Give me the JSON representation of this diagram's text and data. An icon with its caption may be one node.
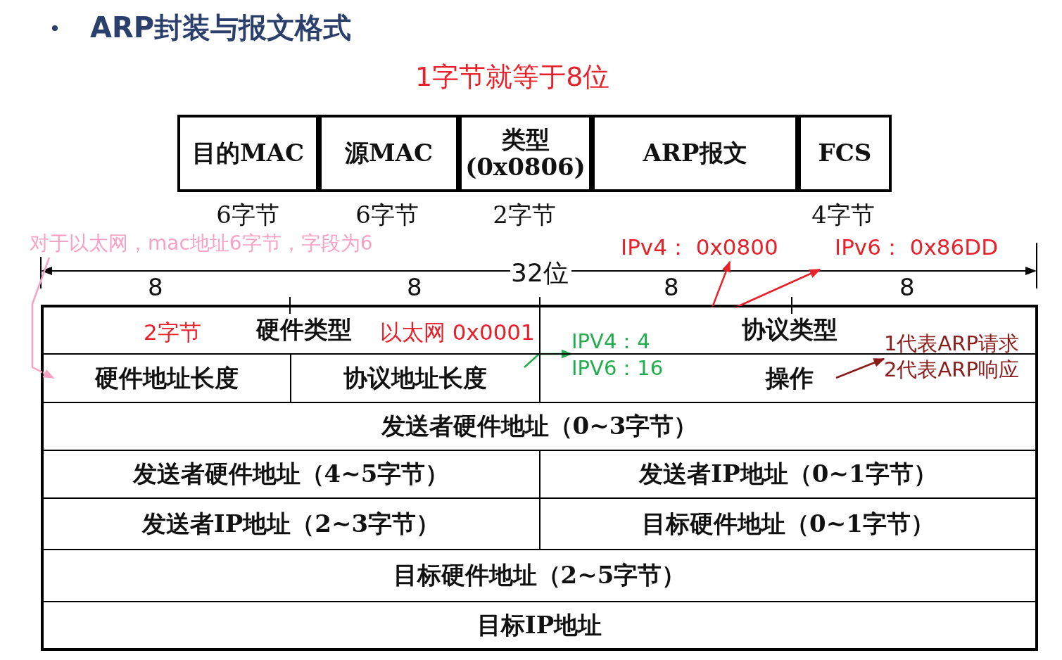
{
  "diagram": {
    "title": "ARP封装与报文格式",
    "nodes": [
      {
        "text": [
          "目的MAC"
        ],
        "beside": [
          "6字节"
        ]
      },
      {
        "text": [
          "源MAC"
        ],
        "beside": [
          "6字节"
        ]
      },
      {
        "text": [
          "类型 (0x0806)"
        ],
        "beside": [
          "2字节"
        ]
      },
      {
        "text": [
          "ARP报文"
        ]
      },
      {
        "text": [
          "FCS"
        ],
        "beside": [
          "4字节"
        ]
      },
      {
        "text": [
          "硬件类型"
        ]
      },
      {
        "text": [
          "协议类型"
        ]
      },
      {
        "text": [
          "硬件地址长度"
        ]
      },
      {
        "text": [
          "协议地址长度"
        ]
      },
      {
        "text": [
          "操作"
        ]
      },
      {
        "text": [
          "发送者硬件地址（0~3字节）"
        ]
      },
      {
        "text": [
          "发送者硬件地址（4~5字节）"
        ]
      },
      {
        "text": [
          "发送者IP地址（0~1字节）"
        ]
      },
      {
        "text": [
          "发送者IP地址（2~3字节）"
        ]
      },
      {
        "text": [
          "目标硬件地址（0~1字节）"
        ]
      },
      {
        "text": [
          "目标硬件地址（2~5字节）"
        ]
      },
      {
        "text": [
          "目标IP地址"
        ]
      },
      {
        "text": [
          "对于以太网，mac地址6字节，字段为6"
        ]
      },
      {
        "text": [
          "IPv4： 0x0800"
        ]
      },
      {
        "text": [
          "IPv6： 0x86DD"
        ]
      },
      {
        "text": [
          "IPV4：4",
          "IPV6：16"
        ]
      },
      {
        "text": [
          "1代表ARP请求",
          "2代表ARP响应"
        ]
      }
    ],
    "edges": [
      {
        "from": 17,
        "to": 7,
        "arrow": "to",
        "color": "#f7a1c4"
      },
      {
        "from": 6,
        "to": 18,
        "arrow": "to",
        "color": "#e8202a"
      },
      {
        "from": 6,
        "to": 19,
        "arrow": "to",
        "color": "#e8202a"
      },
      {
        "from": 8,
        "to": 20,
        "arrow": "to",
        "color": "#1fae4b"
      },
      {
        "from": 9,
        "to": 21,
        "arrow": "to",
        "color": "#8b1a1a"
      }
    ],
    "labels": [
      "1字节就等于8位",
      "32位",
      "8",
      "8",
      "8",
      "8",
      "2字节",
      "以太网 0x0001"
    ]
  }
}
